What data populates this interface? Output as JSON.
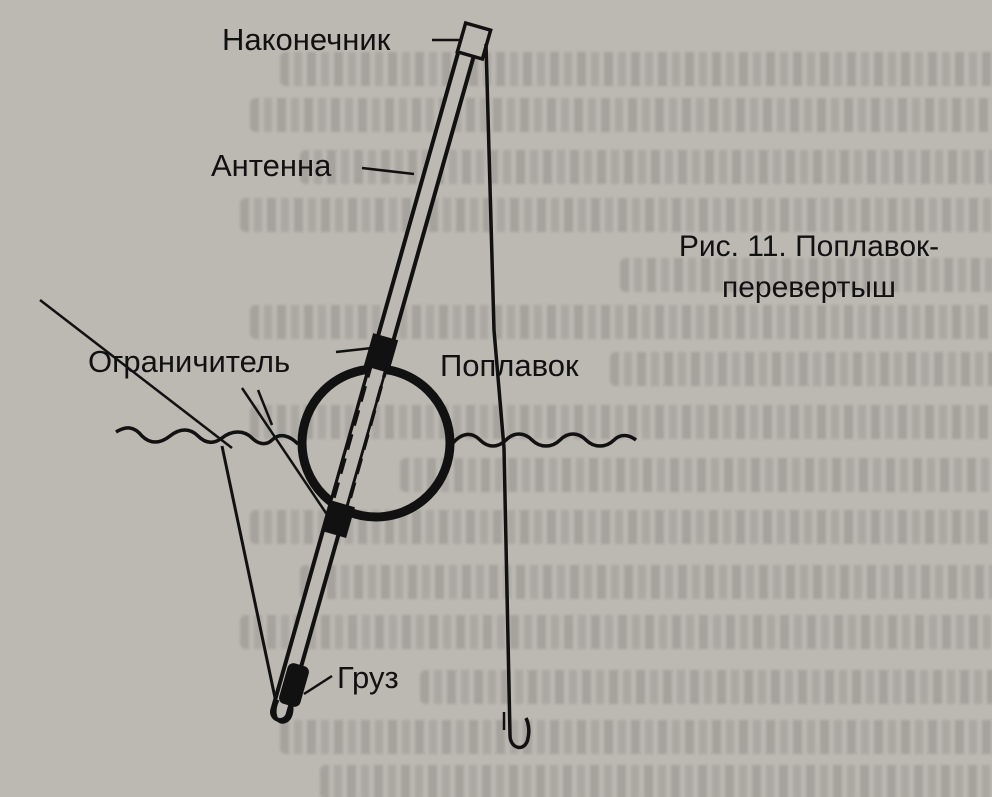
{
  "labels": {
    "tip": "Наконечник",
    "antenna": "Антенна",
    "stopper": "Ограничитель",
    "float": "Поплавок",
    "weight": "Груз"
  },
  "caption": {
    "line1": "Рис. 11. Поплавок-",
    "line2": "перевертыш"
  },
  "colors": {
    "background": "#bcb8b2",
    "ink": "#111111"
  }
}
